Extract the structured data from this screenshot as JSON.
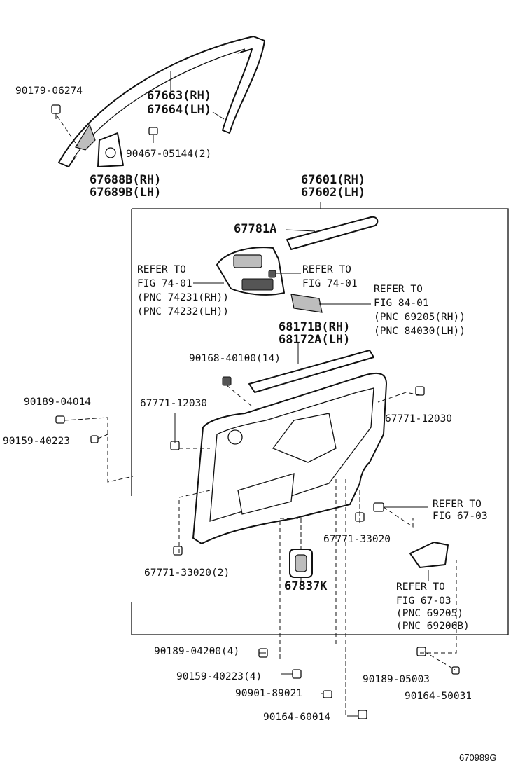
{
  "labels": {
    "p90179": "90179-06274",
    "p67663": "67663(RH)",
    "p67664": "67664(LH)",
    "p90467": "90467-05144(2)",
    "p67688": "67688B(RH)",
    "p67689": "67689B(LH)",
    "p67601": "67601(RH)",
    "p67602": "67602(LH)",
    "p67781": "67781A",
    "ref_fig74_a_1": "REFER TO",
    "ref_fig74_a_2": "FIG 74-01",
    "ref_fig74_a_3": "(PNC 74231(RH))",
    "ref_fig74_a_4": "(PNC 74232(LH))",
    "ref_fig74_b_1": "REFER TO",
    "ref_fig74_b_2": "FIG 74-01",
    "ref_fig84_1": "REFER TO",
    "ref_fig84_2": "FIG 84-01",
    "ref_fig84_3": "(PNC 69205(RH))",
    "ref_fig84_4": "(PNC 84030(LH))",
    "p68171": "68171B(RH)",
    "p68172": "68172A(LH)",
    "p90168": "90168-40100(14)",
    "p90189_04014": "90189-04014",
    "p90159_left": "90159-40223",
    "p67771_12030_left": "67771-12030",
    "p67771_12030_right": "67771-12030",
    "ref_fig67_a_1": "REFER TO",
    "ref_fig67_a_2": "FIG 67-03",
    "p67771_33020": "67771-33020",
    "p67771_33020_2": "67771-33020(2)",
    "p67837": "67837K",
    "ref_fig67_b_1": "REFER TO",
    "ref_fig67_b_2": "FIG 67-03",
    "ref_fig67_b_3": "(PNC 69205)",
    "ref_fig67_b_4": "(PNC 69206B)",
    "p90189_04200": "90189-04200(4)",
    "p90159_40223_4": "90159-40223(4)",
    "p90901": "90901-89021",
    "p90164_60014": "90164-60014",
    "p90189_05003": "90189-05003",
    "p90164_50031": "90164-50031",
    "figure_code": "670989G"
  }
}
